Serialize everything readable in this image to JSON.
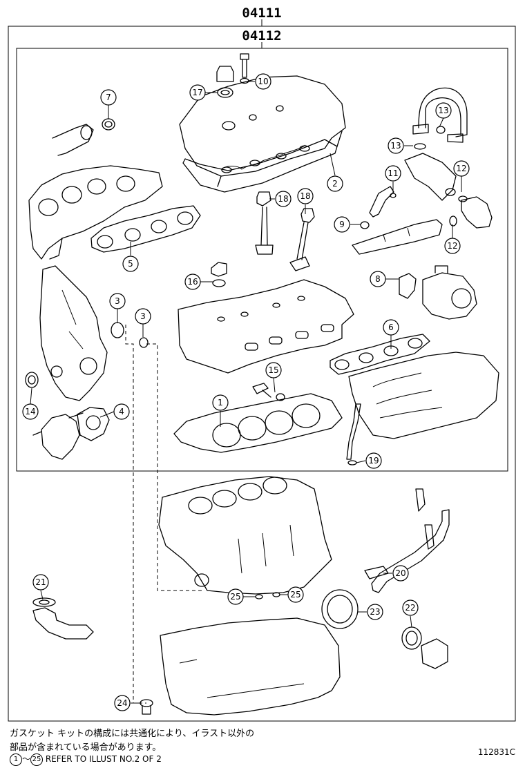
{
  "part_numbers": {
    "outer": "04111",
    "inner": "04112"
  },
  "callouts": [
    "1",
    "2",
    "3",
    "4",
    "5",
    "6",
    "7",
    "8",
    "9",
    "10",
    "11",
    "12",
    "13",
    "14",
    "15",
    "16",
    "17",
    "18",
    "19",
    "20",
    "21",
    "22",
    "23",
    "24",
    "25"
  ],
  "notes": {
    "jp_line1": "ガスケット キットの構成には共通化により、イラスト以外の",
    "jp_line2": "部品が含まれている場合があります。",
    "refer_from": "1",
    "refer_sep": "～",
    "refer_to": "25",
    "refer_text": "REFER TO ILLUST NO.2 OF 2"
  },
  "figure_id": "112831C"
}
